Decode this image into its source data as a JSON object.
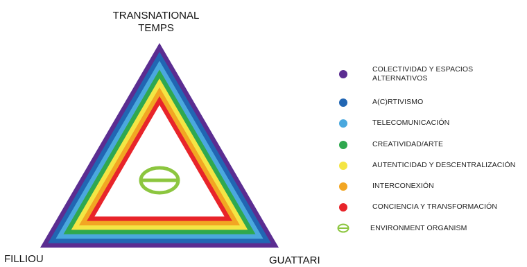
{
  "vertices": {
    "top": [
      "TRANSNATIONAL",
      "TEMPS"
    ],
    "left": "FILLIOU",
    "right": "GUATTARI"
  },
  "layers": [
    {
      "label": "COLECTIVIDAD Y ESPACIOS ALTERNATIVOS",
      "color": "#5b2d91"
    },
    {
      "label": "A(C)RTIVISMO",
      "color": "#2166b3"
    },
    {
      "label": "TELECOMUNICACIÓN",
      "color": "#4aa8de"
    },
    {
      "label": "CREATIVIDAD/ARTE",
      "color": "#2fa84f"
    },
    {
      "label": "AUTENTICIDAD Y DESCENTRALIZACIÓN",
      "color": "#f4e544"
    },
    {
      "label": "INTERCONEXIÓN",
      "color": "#f2a623"
    },
    {
      "label": "CONCIENCIA Y TRANSFORMACIÓN",
      "color": "#e8242a"
    }
  ],
  "center_symbol": {
    "label": "ENVIRONMENT  ORGANISM",
    "icon": "theta-icon",
    "color": "#8cc63f"
  },
  "inner_fill": "#ffffff"
}
